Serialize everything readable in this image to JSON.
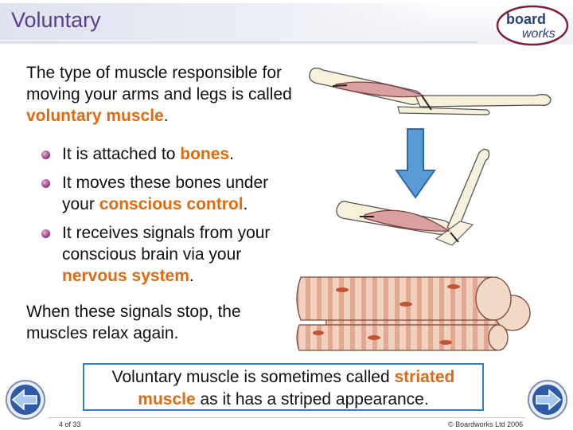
{
  "slide": {
    "title": "Voluntary",
    "logo": {
      "line1": "board",
      "line2": "works"
    },
    "intro": {
      "part1": "The type of muscle responsible for moving your arms and legs is called ",
      "highlight": "voluntary muscle",
      "part2": "."
    },
    "bullets": [
      {
        "pre": "It is attached to ",
        "highlight": "bones",
        "post": "."
      },
      {
        "pre": "It moves these bones under your ",
        "highlight": "conscious control",
        "post": "."
      },
      {
        "pre": "It receives signals from your conscious brain via your ",
        "highlight": "nervous system",
        "post": "."
      }
    ],
    "outro": "When these signals stop, the muscles relax again.",
    "callout": {
      "pre": "Voluntary muscle is sometimes called ",
      "highlight": "striated muscle",
      "post": " as it has a striped appearance."
    },
    "footer": {
      "page": "4 of 33",
      "copyright": "© Boardworks Ltd 2006"
    },
    "colors": {
      "title": "#5a3e8f",
      "highlight": "#e06a10",
      "callout_border": "#2e7fc8",
      "arrow": "#5b9bd5"
    },
    "icons": {
      "nav_back": "back-arrow-icon",
      "nav_forward": "forward-arrow-icon",
      "bullet": "bullet-dot-icon"
    }
  }
}
